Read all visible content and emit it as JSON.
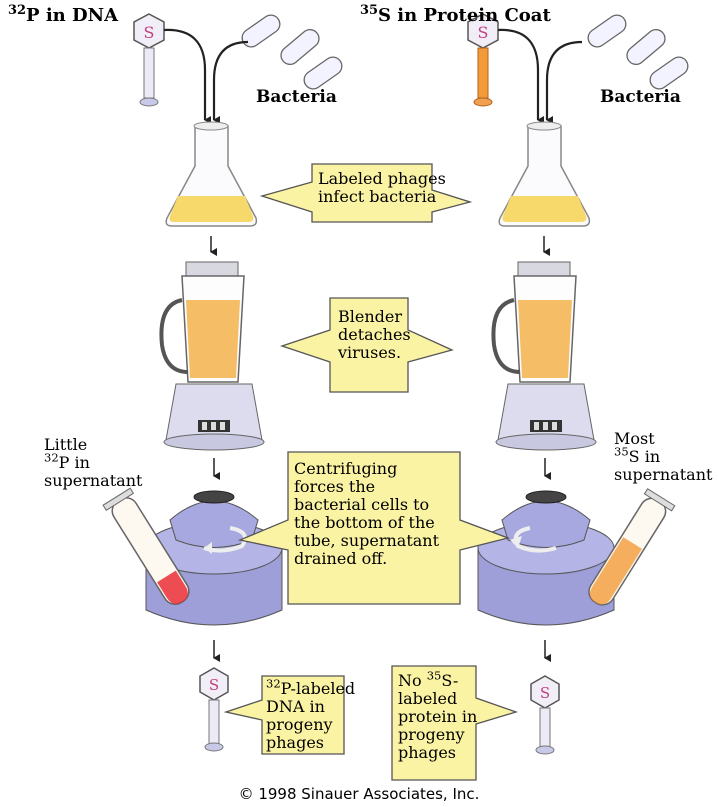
{
  "left_column": {
    "title_isotope": "32",
    "title_rest": "P in DNA",
    "bacteria": "Bacteria",
    "side_line1": "Little",
    "side_isotope": "32",
    "side_line2_rest": "P in",
    "side_line3": "supernatant"
  },
  "right_column": {
    "title_isotope": "35",
    "title_rest": "S in Protein Coat",
    "bacteria": "Bacteria",
    "side_line1": "Most",
    "side_isotope": "35",
    "side_line2_rest": "S in",
    "side_line3": "supernatant"
  },
  "callouts": {
    "infect": [
      "Labeled phages",
      "infect bacteria"
    ],
    "blender": [
      "Blender",
      "detaches",
      "viruses."
    ],
    "centrifuge": [
      "Centrifuging",
      "forces the",
      "bacterial cells to",
      "the bottom of the",
      "tube, supernatant",
      "drained off."
    ],
    "left_result": {
      "isotope": "32",
      "line1_rest": "P-labeled",
      "lines": [
        "DNA in",
        "progeny",
        "phages"
      ]
    },
    "right_result": {
      "line1_pre": "No ",
      "isotope": "35",
      "line1_rest": "S-",
      "lines": [
        "labeled",
        "protein in",
        "progeny",
        "phages"
      ]
    }
  },
  "phage_glyph": "S",
  "copyright": "© 1998 Sinauer Associates, Inc.",
  "colors": {
    "broth": "#f7d86a",
    "blender_fill": "#f4b24c",
    "callout_fill": "#fbf3a4",
    "centrifuge": "#a8a8e0",
    "pellet_red": "#e8202a",
    "supernatant_orange": "#f39a3a"
  }
}
